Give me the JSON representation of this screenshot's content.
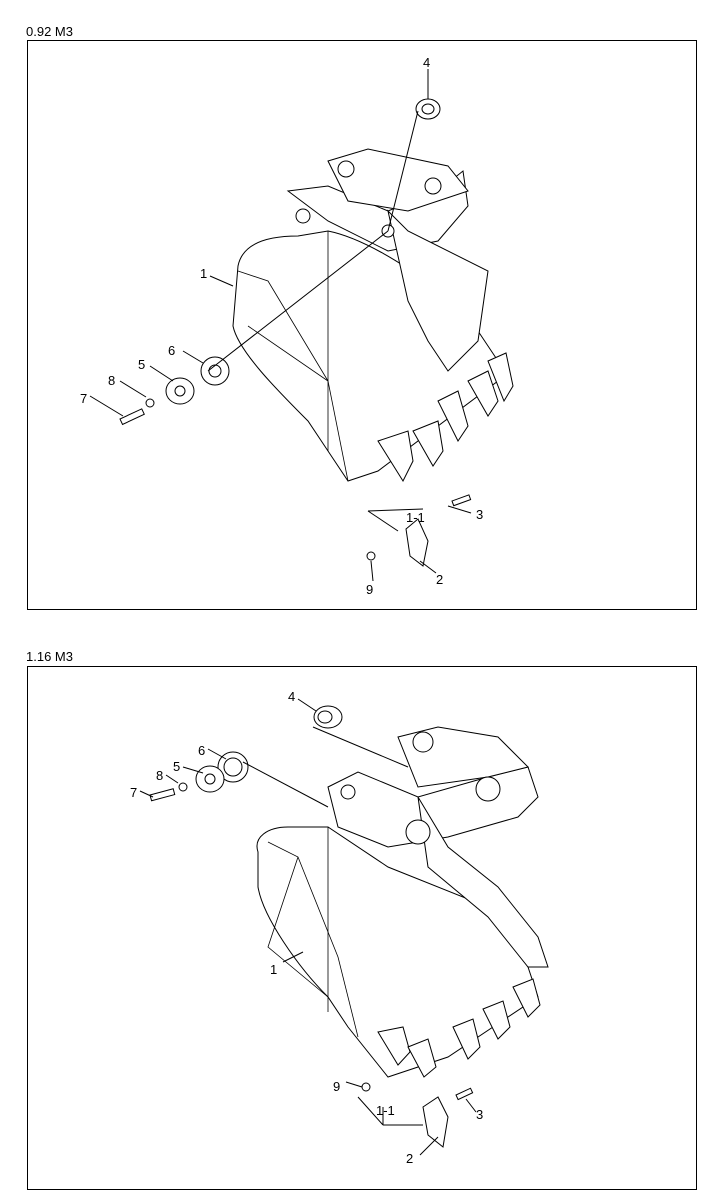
{
  "panels": [
    {
      "title": "0.92 M3",
      "labels": {
        "p1": "1",
        "p1_1": "1-1",
        "p2": "2",
        "p3": "3",
        "p4": "4",
        "p5": "5",
        "p6": "6",
        "p7": "7",
        "p8": "8",
        "p9": "9"
      }
    },
    {
      "title": "1.16 M3",
      "labels": {
        "p1": "1",
        "p1_1": "1-1",
        "p2": "2",
        "p3": "3",
        "p4": "4",
        "p5": "5",
        "p6": "6",
        "p7": "7",
        "p8": "8",
        "p9": "9"
      }
    }
  ]
}
